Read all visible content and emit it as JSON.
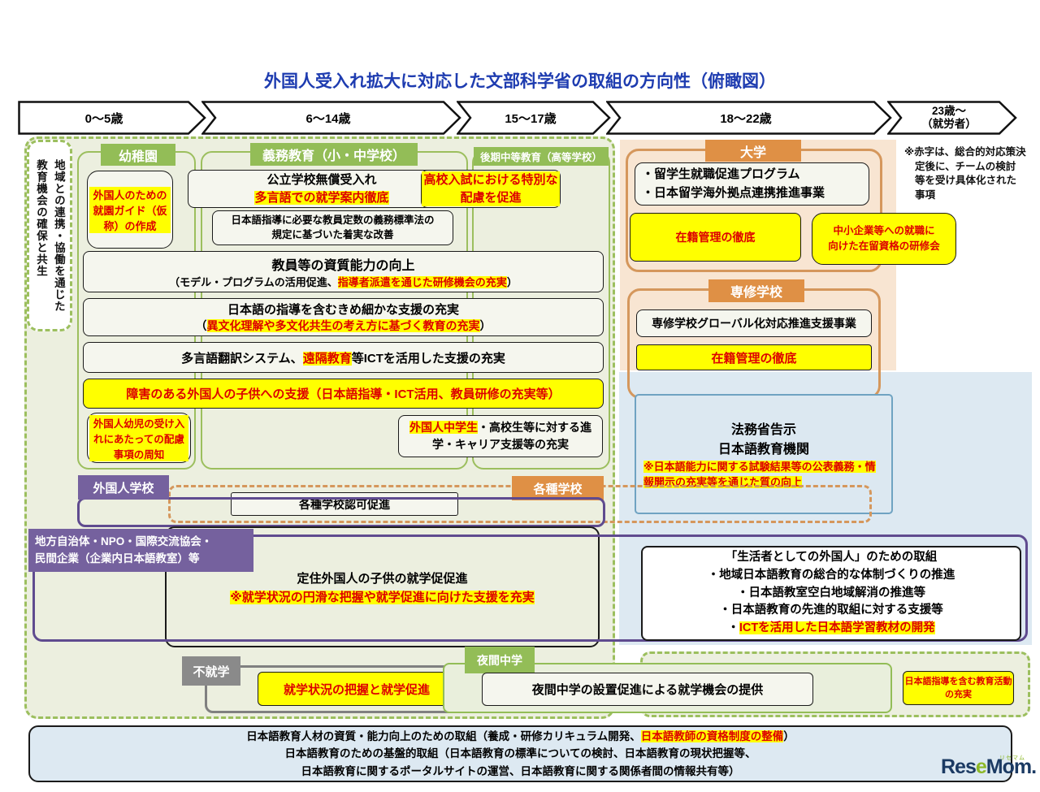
{
  "title": "外国人受入れ拡大に対応した文部科学省の取組の方向性（俯瞰図）",
  "ages": [
    "0～5歳",
    "6～14歳",
    "15～17歳",
    "18～22歳",
    "23歳～\n（就労者）"
  ],
  "note_lines": [
    "※赤字は、総合的対応策決",
    "定後に、チームの検討",
    "等を受け具体化された",
    "事項"
  ],
  "sidebar_vertical": "地域との連携・協働を通じた\n教育機会の確保と共生",
  "sections": {
    "youchien": {
      "tab": "幼稚園"
    },
    "gimu": {
      "tab": "義務教育（小・中学校）"
    },
    "kouki": {
      "tab": "後期中等教育（高等学校）"
    },
    "daigaku": {
      "tab": "大学"
    },
    "senshu": {
      "tab": "専修学校"
    },
    "gaikokujin_gakko": {
      "tab": "外国人学校"
    },
    "kakushu_gakko": {
      "tab": "各種学校"
    },
    "chiho": {
      "tab": "地方自治体・NPO・国際交流協会・\n民間企業（企業内日本語教室）等"
    },
    "fushugaku": {
      "tab": "不就学"
    },
    "yakan": {
      "tab": "夜間中学"
    }
  },
  "boxes": {
    "shuen_guide": "外国人のための就園ガイド（仮称）の作成",
    "koritsu": {
      "l1": "公立学校無償受入れ",
      "l2": "多言語での就学案内徹底"
    },
    "koko_nyushi": "高校入試における特別な配慮を促進",
    "teisu": "日本語指導に必要な教員定数の義務標準法の\n規定に基づいた着実な改善",
    "shishitsu": {
      "l1": "教員等の資質能力の向上",
      "l2a": "（モデル・プログラムの活用促進、",
      "l2b": "指導者派遣を通じた研修機会の充実",
      "l2c": "）"
    },
    "kimekomaka": {
      "l1": "日本語の指導を含むきめ細かな支援の充実",
      "l2a": "（",
      "l2b": "異文化理解や多文化共生の考え方に基づく教育の充実",
      "l2c": "）"
    },
    "tagengo": {
      "a": "多言語翻訳システム、",
      "b": "遠隔教育",
      "c": "等ICTを活用した支援の充実"
    },
    "shogai": "障害のある外国人の子供への支援（日本語指導・ICT活用、教員研修の充実等）",
    "yoji": "外国人幼児の受け入れにあたっての配慮事項の周知",
    "chugakusei": {
      "a": "外国人中学生",
      "b": "・高校生等に対する進学・キャリア支援等の充実"
    },
    "ryugaku": "・留学生就職促進プログラム\n・日本留学海外拠点連携推進事業",
    "zaiseki_daigaku": "在籍管理の徹底",
    "chusho": "中小企業等への就職に\n向けた在留資格の研修会",
    "senshu_jigyo": "専修学校グローバル化対応推進支援事業",
    "zaiseki_senshu": "在籍管理の徹底",
    "homusho": {
      "l1": "法務省告示",
      "l2": "日本語教育機関",
      "hl": "※日本語能力に関する試験結果等の公表義務・情報開示の充実等を通じた質の向上"
    },
    "ninka": "各種学校認可促進",
    "teiju": {
      "l1": "定住外国人の子供の就学促促進",
      "hl": "※就学状況の円滑な把握や就学促進に向けた支援を充実"
    },
    "seikatsusha": {
      "l1": "「生活者としての外国人」のための取組",
      "l2": "・地域日本語教育の総合的な体制づくりの推進",
      "l3": "・日本語教室空白地域解消の推進等",
      "l4": "・日本語教育の先進的取組に対する支援等",
      "l5a": "・",
      "l5b": "ICTを活用した日本語学習教材の開発"
    },
    "shugaku_sokushin": "就学状況の把握と就学促進",
    "yakan_secchi": "夜間中学の設置促進による就学機会の提供",
    "nihongo_shido": "日本語指導を含む教育活動の充実",
    "bottom": {
      "l1a": "日本語教育人材の資質・能力向上のための取組（養成・研修カリキュラム開発、",
      "l1b": "日本語教師の資格制度の整備",
      "l1c": "）",
      "l2": "日本語教育のための基盤的取組（日本語教育の標準についての検討、日本語教育の現状把握等、",
      "l3": "日本語教育に関するポータルサイトの運営、日本語教育に関する関係者間の情報共有等）"
    }
  },
  "logo": {
    "part1": "Res",
    "part2": "e",
    "part3": "Mom.",
    "ruby": "リセマム"
  },
  "colors": {
    "title_blue": "#1e3cb0",
    "green": "#93bd57",
    "orange": "#df9045",
    "purple": "#75619e",
    "yellow": "#ffff00",
    "red": "#dd0000",
    "blue_panel": "#dde9f2",
    "peach": "#f8e5d2",
    "olive": "#ecefdf",
    "logo_navy": "#1b3a63",
    "logo_green": "#8cb826"
  }
}
